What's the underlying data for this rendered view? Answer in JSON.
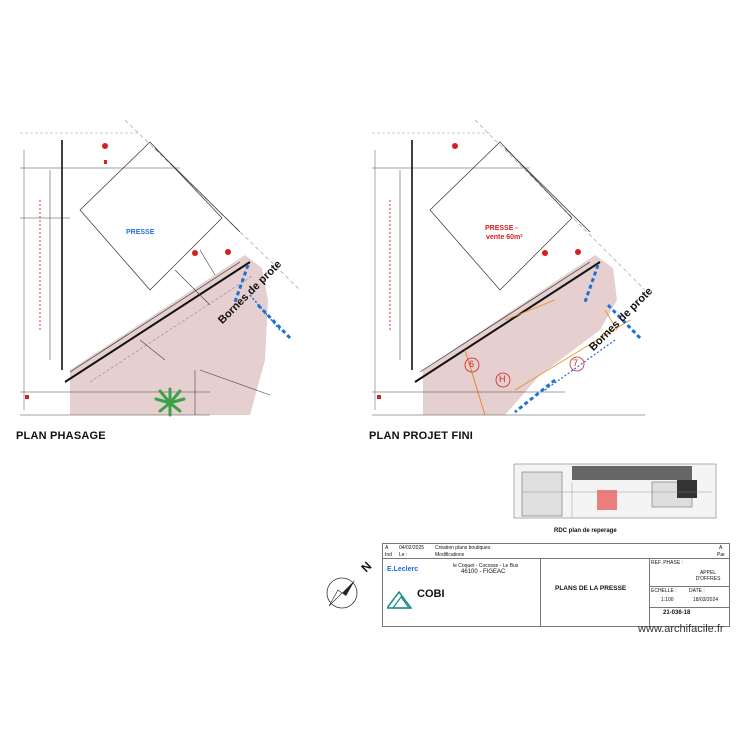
{
  "plans": [
    {
      "title": "PLAN PHASAGE",
      "room_label": "PRESSE",
      "bornes_label": "Bornes de prote"
    },
    {
      "title": "PLAN PROJET FINI",
      "room_label": "PRESSE -",
      "room_label_2": "vente 60m²",
      "bornes_label": "Bornes de prote",
      "markers": [
        "6",
        "H",
        "7"
      ]
    }
  ],
  "reperage": {
    "caption": "RDC plan de reperage"
  },
  "cartouche": {
    "revision": {
      "index": "A",
      "date": "04/02/2025",
      "description": "Création plans boutiques",
      "col_right": "A"
    },
    "revision_header": {
      "ind": "Ind",
      "le": "Le :",
      "modifs": "Modifications",
      "par": "Par"
    },
    "client_logo": "E.Leclerc",
    "address_1": "le Coquet - Cocosse - Le Bus",
    "address_2": "46100 - FIGEAC",
    "company": "COBI",
    "drawing_title": "PLANS DE LA PRESSE",
    "phase_label": "REF. PHASE :",
    "phase": "APPEL D'OFFRES",
    "scale_label": "ECHELLE :",
    "scale": "1:100",
    "date_label": "DATE :",
    "date": "18/03/2024",
    "drawing_number": "21-036-18"
  },
  "compass": {
    "north_label": "N"
  },
  "watermark": "www.archifacile.fr",
  "colors": {
    "shaded_zone": "#e6cfcf",
    "blue_marks": "#1f6fd6",
    "red_marks": "#d42020",
    "orange_lines": "#e88a2a"
  }
}
